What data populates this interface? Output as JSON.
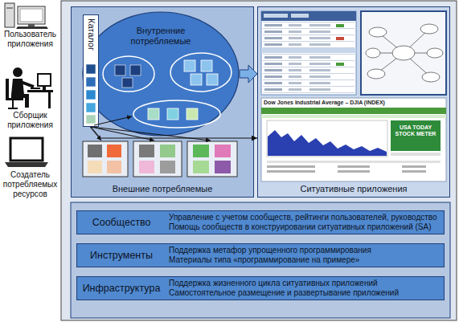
{
  "diagram": {
    "nodes": [
      {
        "text": [
          "Внешние потребляемые"
        ]
      },
      {
        "text": [
          "Внутренние потребляемые"
        ],
        "in": 0
      },
      {
        "text": [
          "Каталог"
        ],
        "in": 0
      },
      {
        "text": [
          "Ситуативные приложения"
        ]
      },
      {
        "text": [
          "Сообщество",
          "Управление с учетом сообществ, рейтинги пользователей, руководство",
          "Помощь сообществ в конструировании ситуативных приложений (SA)"
        ]
      },
      {
        "text": [
          "Инструменты",
          "Поддержка метафор упрощенного программирования",
          "Материалы типа «программирование на примере»"
        ]
      },
      {
        "text": [
          "Инфраструктура",
          "Поддержка жизненного цикла ситуативных приложений",
          "Самостоятельное размещение и развертывание приложений"
        ]
      }
    ],
    "edges": [
      {
        "from": 1,
        "to": 3,
        "arrow": "to"
      },
      {
        "from": 2,
        "to": 3,
        "arrow": "to"
      }
    ],
    "labels": [
      "Пользователь приложения",
      "Сборщик приложения",
      "Создатель потребляемых ресурсов",
      "Dow Jones Industrial Average – DJIA (INDEX)",
      "USA TODAY STOCK METER"
    ]
  }
}
